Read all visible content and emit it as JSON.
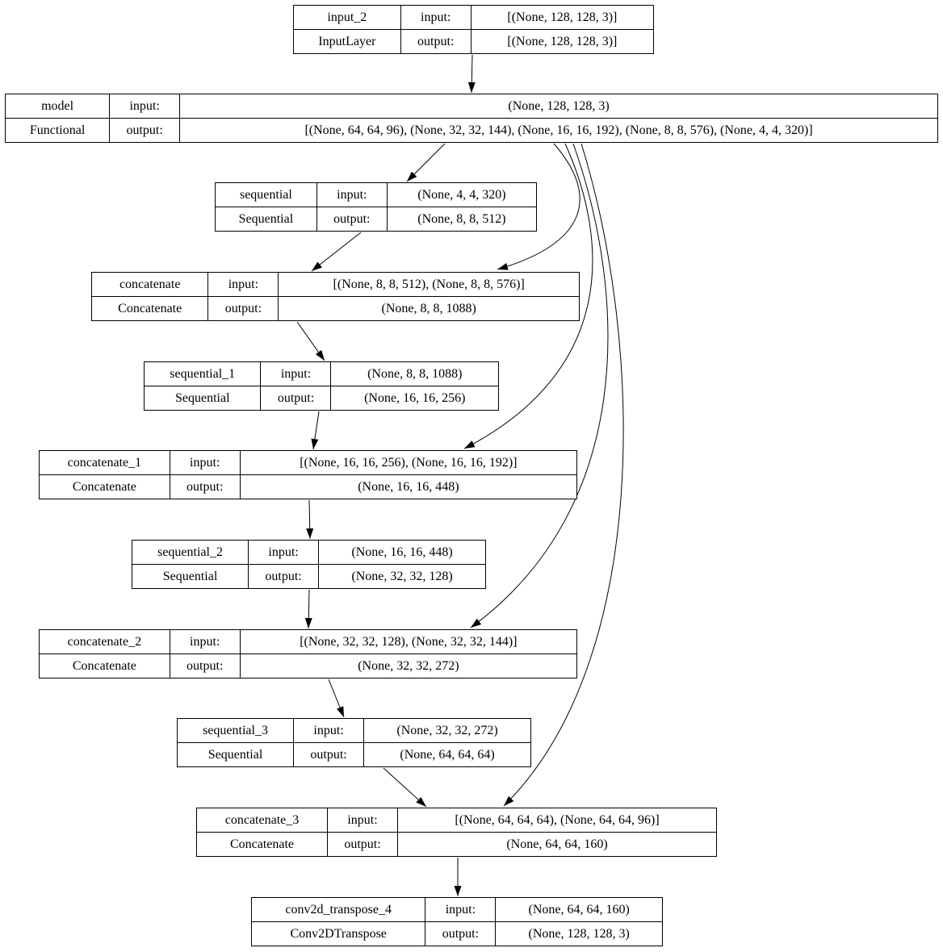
{
  "diagram": {
    "kind": "keras-model-plot",
    "colors": {
      "line": "#000000",
      "background": "#ffffff",
      "text": "#000000"
    },
    "labels": {
      "input": "input:",
      "output": "output:"
    },
    "nodes": [
      {
        "name": "input_2",
        "type": "InputLayer",
        "input": "[(None, 128, 128, 3)]",
        "output": "[(None, 128, 128, 3)]"
      },
      {
        "name": "model",
        "type": "Functional",
        "input": "(None, 128, 128, 3)",
        "output": "[(None, 64, 64, 96), (None, 32, 32, 144), (None, 16, 16, 192), (None, 8, 8, 576), (None, 4, 4, 320)]"
      },
      {
        "name": "sequential",
        "type": "Sequential",
        "input": "(None, 4, 4, 320)",
        "output": "(None, 8, 8, 512)"
      },
      {
        "name": "concatenate",
        "type": "Concatenate",
        "input": "[(None, 8, 8, 512), (None, 8, 8, 576)]",
        "output": "(None, 8, 8, 1088)"
      },
      {
        "name": "sequential_1",
        "type": "Sequential",
        "input": "(None, 8, 8, 1088)",
        "output": "(None, 16, 16, 256)"
      },
      {
        "name": "concatenate_1",
        "type": "Concatenate",
        "input": "[(None, 16, 16, 256), (None, 16, 16, 192)]",
        "output": "(None, 16, 16, 448)"
      },
      {
        "name": "sequential_2",
        "type": "Sequential",
        "input": "(None, 16, 16, 448)",
        "output": "(None, 32, 32, 128)"
      },
      {
        "name": "concatenate_2",
        "type": "Concatenate",
        "input": "[(None, 32, 32, 128), (None, 32, 32, 144)]",
        "output": "(None, 32, 32, 272)"
      },
      {
        "name": "sequential_3",
        "type": "Sequential",
        "input": "(None, 32, 32, 272)",
        "output": "(None, 64, 64, 64)"
      },
      {
        "name": "concatenate_3",
        "type": "Concatenate",
        "input": "[(None, 64, 64, 64), (None, 64, 64, 96)]",
        "output": "(None, 64, 64, 160)"
      },
      {
        "name": "conv2d_transpose_4",
        "type": "Conv2DTranspose",
        "input": "(None, 64, 64, 160)",
        "output": "(None, 128, 128, 3)"
      }
    ],
    "edges": [
      {
        "from": "input_2",
        "to": "model"
      },
      {
        "from": "model",
        "to": "sequential"
      },
      {
        "from": "model",
        "to": "concatenate"
      },
      {
        "from": "model",
        "to": "concatenate_1"
      },
      {
        "from": "model",
        "to": "concatenate_2"
      },
      {
        "from": "model",
        "to": "concatenate_3"
      },
      {
        "from": "sequential",
        "to": "concatenate"
      },
      {
        "from": "concatenate",
        "to": "sequential_1"
      },
      {
        "from": "sequential_1",
        "to": "concatenate_1"
      },
      {
        "from": "concatenate_1",
        "to": "sequential_2"
      },
      {
        "from": "sequential_2",
        "to": "concatenate_2"
      },
      {
        "from": "concatenate_2",
        "to": "sequential_3"
      },
      {
        "from": "sequential_3",
        "to": "concatenate_3"
      },
      {
        "from": "concatenate_3",
        "to": "conv2d_transpose_4"
      }
    ]
  }
}
